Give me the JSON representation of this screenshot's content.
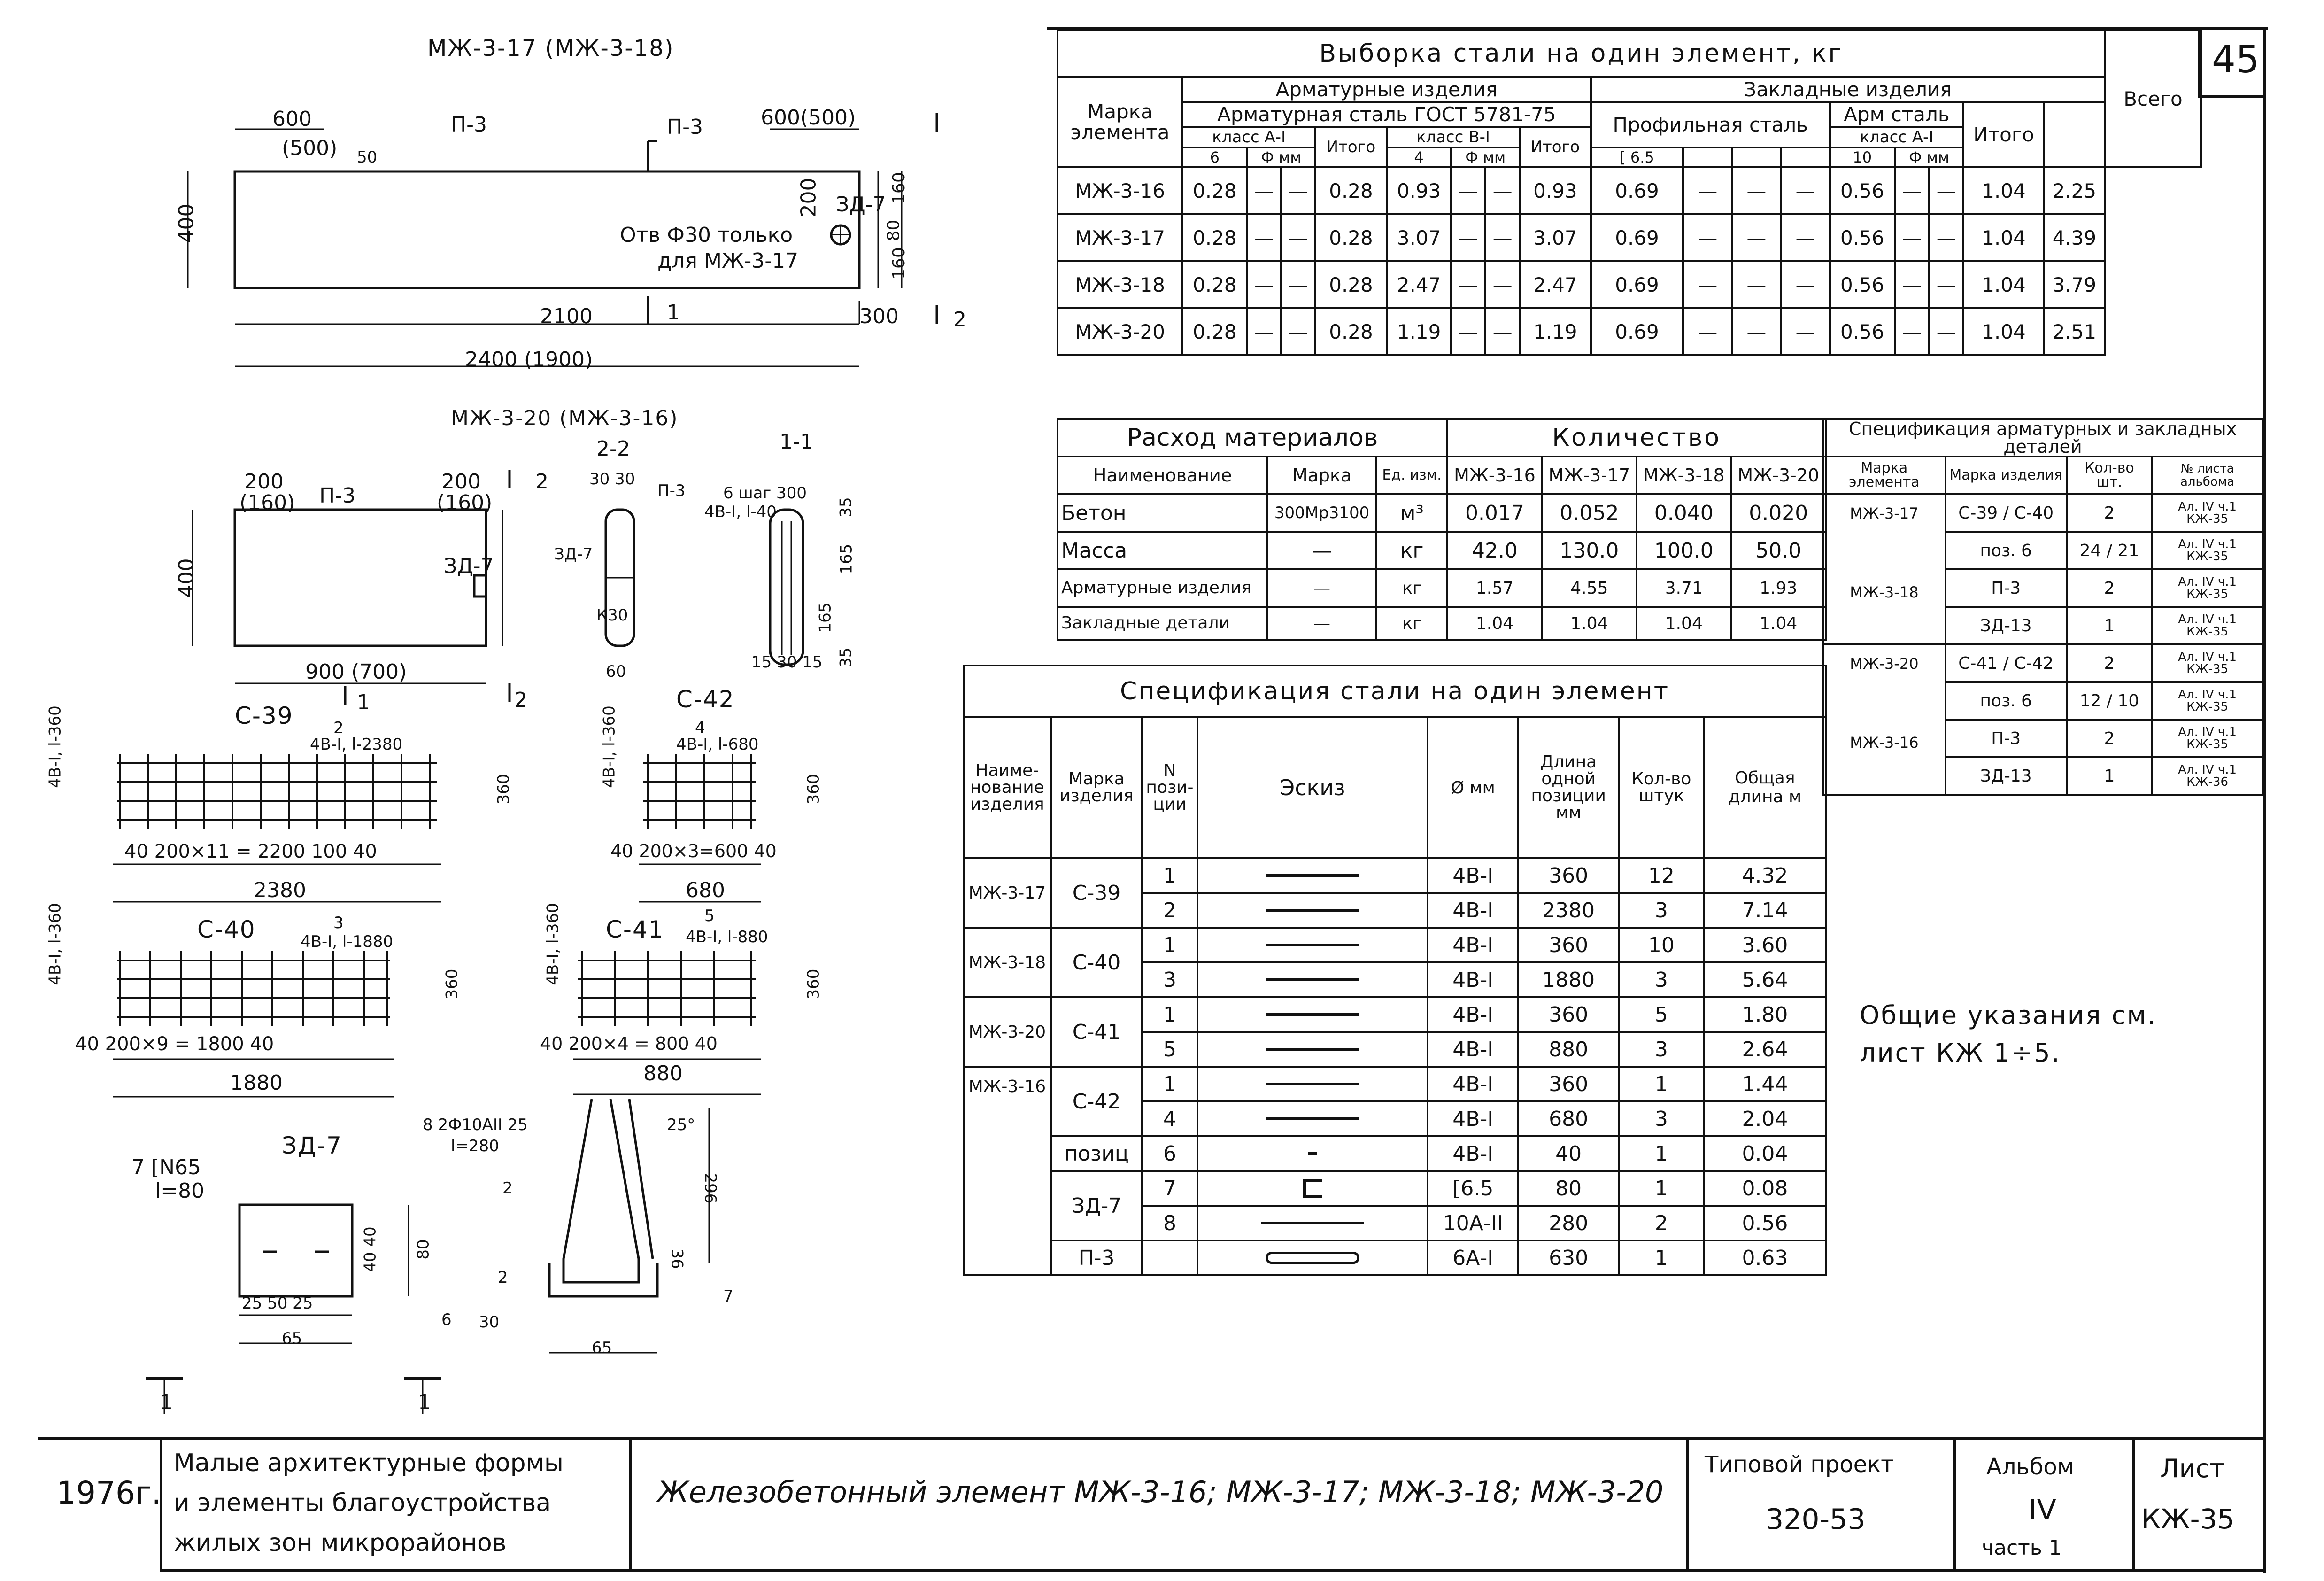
{
  "page_number": "45",
  "drawings": {
    "top_title": "МЖ-3-17 (МЖ-3-18)",
    "mid_title": "МЖ-3-20 (МЖ-3-16)",
    "sec22": "2-2",
    "sec11": "1-1",
    "c39": "С-39",
    "c42": "С-42",
    "c40": "С-40",
    "c41": "С-41",
    "zd7": "ЗД-7",
    "d600l": "600",
    "d500l": "(500)",
    "d600r": "600(500)",
    "p3a": "П-3",
    "p3b": "П-3",
    "d50": "50",
    "d400a": "400",
    "d200": "200",
    "zd7a": "ЗД-7",
    "hole_note1": "Отв Ф30 только",
    "hole_note2": "для МЖ-3-17",
    "d160a": "160",
    "d80a": "80",
    "d160b": "160",
    "d2100": "2100",
    "d300": "300",
    "d2400": "2400 (1900)",
    "cut1": "1",
    "cut2": "2",
    "m_d200l": "200",
    "m_d160l": "(160)",
    "m_p3": "П-3",
    "m_d200r": "200",
    "m_d160r": "(160)",
    "m_d400": "400",
    "m_zd7": "ЗД-7",
    "m_d900": "900 (700)",
    "s22_3030": "30 30",
    "s22_p3": "П-3",
    "s22_zd7": "ЗД-7",
    "s22_k30": "К30",
    "s22_60": "60",
    "s11_top": "6 шаг 300",
    "s11_note": "4В-I, l-40",
    "s11_35a": "35",
    "s11_165a": "165",
    "s11_165b": "165",
    "s11_35b": "35",
    "s11_bottom": "15 30 15",
    "c39_note": "4В-I, l-2380",
    "c39_side": "4В-I, l-360",
    "c39_pos2": "2",
    "c39_dims": "40   200×11 = 2200   100 40",
    "c39_total": "2380",
    "c39_360": "360",
    "c42_note": "4В-I, l-680",
    "c42_side": "4В-I, l-360",
    "c42_pos4": "4",
    "c42_dims": "40  200×3=600 40",
    "c42_total": "680",
    "c42_360": "360",
    "c40_note": "4В-I, l-1880",
    "c40_side": "4В-I, l-360",
    "c40_pos3": "3",
    "c40_dims": "40   200×9 = 1800   40",
    "c40_total": "1880",
    "c40_360": "360",
    "c41_note": "4В-I, l-880",
    "c41_side": "4В-I, l-360",
    "c41_pos5": "5",
    "c41_dims": "40 200×4 = 800 40",
    "c41_total": "880",
    "c41_360": "360",
    "zd7_l1": "7 [N65",
    "zd7_l2": "l=80",
    "zd7_d1": "40 40",
    "zd7_d2": "80",
    "zd7_bot": "25  50  25",
    "zd7_65": "65",
    "p8_l1": "8   2Ф10АII 25",
    "p8_l2": "l=280",
    "p8_25": "25°",
    "p8_296": "296",
    "p8_36": "36",
    "p8_6": "6",
    "p8_30": "30",
    "p8_65": "65",
    "p8_7": "7",
    "p8_2a": "2",
    "p8_2b": "2"
  },
  "steel_table": {
    "title": "Выборка стали на один элемент, кг",
    "col_mark": "Марка элемента",
    "arm_group": "Арматурные изделия",
    "arm_sub": "Арматурная сталь ГОСТ 5781-75",
    "class_a": "класс А-I",
    "class_b": "класс В-I",
    "phi_mm": "Ф мм",
    "itogo": "Итого",
    "emb_group": "Закладные изделия",
    "profile": "Профильная сталь",
    "arm_steel": "Арм сталь",
    "class_a2": "класс А-I",
    "c65": "[ 6.5",
    "sub6": "6",
    "sub4": "4",
    "sub10": "10",
    "total": "Всего",
    "rows": [
      {
        "mark": "МЖ-3-16",
        "a6": "0.28",
        "d1": "—",
        "d2": "—",
        "ai": "0.28",
        "b4": "0.93",
        "d3": "—",
        "d4": "—",
        "bi": "0.93",
        "p": "0.69",
        "d5": "—",
        "d6": "—",
        "d7": "—",
        "r": "0.56",
        "d8": "—",
        "d9": "—",
        "it": "1.04",
        "tot": "2.25"
      },
      {
        "mark": "МЖ-3-17",
        "a6": "0.28",
        "d1": "—",
        "d2": "—",
        "ai": "0.28",
        "b4": "3.07",
        "d3": "—",
        "d4": "—",
        "bi": "3.07",
        "p": "0.69",
        "d5": "—",
        "d6": "—",
        "d7": "—",
        "r": "0.56",
        "d8": "—",
        "d9": "—",
        "it": "1.04",
        "tot": "4.39"
      },
      {
        "mark": "МЖ-3-18",
        "a6": "0.28",
        "d1": "—",
        "d2": "—",
        "ai": "0.28",
        "b4": "2.47",
        "d3": "—",
        "d4": "—",
        "bi": "2.47",
        "p": "0.69",
        "d5": "—",
        "d6": "—",
        "d7": "—",
        "r": "0.56",
        "d8": "—",
        "d9": "—",
        "it": "1.04",
        "tot": "3.79"
      },
      {
        "mark": "МЖ-3-20",
        "a6": "0.28",
        "d1": "—",
        "d2": "—",
        "ai": "0.28",
        "b4": "1.19",
        "d3": "—",
        "d4": "—",
        "bi": "1.19",
        "p": "0.69",
        "d5": "—",
        "d6": "—",
        "d7": "—",
        "r": "0.56",
        "d8": "—",
        "d9": "—",
        "it": "1.04",
        "tot": "2.51"
      }
    ]
  },
  "materials_table": {
    "title": "Расход материалов",
    "qty": "Количество",
    "h_name": "Наименование",
    "h_mark": "Марка",
    "h_unit": "Ед. изм.",
    "h1": "МЖ-3-16",
    "h2": "МЖ-3-17",
    "h3": "МЖ-3-18",
    "h4": "МЖ-3-20",
    "r1": {
      "name": "Бетон",
      "mark": "300Мр3100",
      "unit": "м³",
      "v1": "0.017",
      "v2": "0.052",
      "v3": "0.040",
      "v4": "0.020"
    },
    "r2": {
      "name": "Масса",
      "mark": "—",
      "unit": "кг",
      "v1": "42.0",
      "v2": "130.0",
      "v3": "100.0",
      "v4": "50.0"
    },
    "r3": {
      "name": "Арматурные изделия",
      "mark": "—",
      "unit": "кг",
      "v1": "1.57",
      "v2": "4.55",
      "v3": "3.71",
      "v4": "1.93"
    },
    "r4": {
      "name": "Закладные детали",
      "mark": "—",
      "unit": "кг",
      "v1": "1.04",
      "v2": "1.04",
      "v3": "1.04",
      "v4": "1.04"
    }
  },
  "spec_details": {
    "title": "Спецификация арматурных и закладных деталей",
    "h1": "Марка элемента",
    "h2": "Марка изделия",
    "h3": "Кол-во шт.",
    "h4": "№ листа альбома",
    "el1": "МЖ-3-17",
    "el2": "МЖ-3-18",
    "el3": "МЖ-3-20",
    "el4": "МЖ-3-16",
    "rows": [
      {
        "mark": "С-39 / С-40",
        "qty": "2",
        "ref": "Ал. IV ч.1 КЖ-35"
      },
      {
        "mark": "поз. 6",
        "qty": "24 / 21",
        "ref": "Ал. IV ч.1 КЖ-35"
      },
      {
        "mark": "П-3",
        "qty": "2",
        "ref": "Ал. IV ч.1 КЖ-35"
      },
      {
        "mark": "ЗД-13",
        "qty": "1",
        "ref": "Ал. IV ч.1 КЖ-35"
      },
      {
        "mark": "С-41 / С-42",
        "qty": "2",
        "ref": "Ал. IV ч.1 КЖ-35"
      },
      {
        "mark": "поз. 6",
        "qty": "12 / 10",
        "ref": "Ал. IV ч.1 КЖ-35"
      },
      {
        "mark": "П-3",
        "qty": "2",
        "ref": "Ал. IV ч.1 КЖ-35"
      },
      {
        "mark": "ЗД-13",
        "qty": "1",
        "ref": "Ал. IV ч.1 КЖ-36"
      }
    ]
  },
  "spec_steel": {
    "title": "Спецификация стали на один элемент",
    "h_name": "Наиме-нование изделия",
    "h_mark": "Марка изделия",
    "h_pos": "N пози-ции",
    "h_sketch": "Эскиз",
    "h_phi": "Ø мм",
    "h_len": "Длина одной позиции мм",
    "h_qty": "Кол-во штук",
    "h_total": "Общая длина м",
    "rows": [
      {
        "name": "МЖ-3-17",
        "mark": "С-39",
        "pos": "1",
        "phi": "4В-I",
        "len": "360",
        "qty": "12",
        "tot": "4.32"
      },
      {
        "name": "",
        "mark": "",
        "pos": "2",
        "phi": "4В-I",
        "len": "2380",
        "qty": "3",
        "tot": "7.14"
      },
      {
        "name": "МЖ-3-18",
        "mark": "С-40",
        "pos": "1",
        "phi": "4В-I",
        "len": "360",
        "qty": "10",
        "tot": "3.60"
      },
      {
        "name": "",
        "mark": "",
        "pos": "3",
        "phi": "4В-I",
        "len": "1880",
        "qty": "3",
        "tot": "5.64"
      },
      {
        "name": "МЖ-3-20",
        "mark": "С-41",
        "pos": "1",
        "phi": "4В-I",
        "len": "360",
        "qty": "5",
        "tot": "1.80"
      },
      {
        "name": "",
        "mark": "",
        "pos": "5",
        "phi": "4В-I",
        "len": "880",
        "qty": "3",
        "tot": "2.64"
      },
      {
        "name": "МЖ-3-16",
        "mark": "С-42",
        "pos": "1",
        "phi": "4В-I",
        "len": "360",
        "qty": "1",
        "tot": "1.44"
      },
      {
        "name": "",
        "mark": "",
        "pos": "4",
        "phi": "4В-I",
        "len": "680",
        "qty": "3",
        "tot": "2.04"
      },
      {
        "name": "",
        "mark": "позиц",
        "pos": "6",
        "phi": "4В-I",
        "len": "40",
        "qty": "1",
        "tot": "0.04"
      },
      {
        "name": "",
        "mark": "ЗД-7",
        "pos": "7",
        "phi": "[6.5",
        "len": "80",
        "qty": "1",
        "tot": "0.08"
      },
      {
        "name": "",
        "mark": "",
        "pos": "8",
        "phi": "10А-II",
        "len": "280",
        "qty": "2",
        "tot": "0.56"
      },
      {
        "name": "",
        "mark": "П-3",
        "pos": "",
        "phi": "6А-I",
        "len": "630",
        "qty": "1",
        "tot": "0.63"
      }
    ]
  },
  "note": {
    "line1": "Общие указания см.",
    "line2": "лист КЖ 1÷5."
  },
  "stamp": {
    "year": "1976г.",
    "org_l1": "Малые архитектурные формы",
    "org_l2": "и элементы благоустройства",
    "org_l3": "жилых зон микрорайонов",
    "title": "Железобетонный элемент МЖ-3-16; МЖ-3-17; МЖ-3-18; МЖ-3-20",
    "proj_label": "Типовой проект",
    "proj_num": "320-53",
    "album_label": "Альбом",
    "album_num": "IV",
    "album_part": "часть 1",
    "sheet_label": "Лист",
    "sheet_num": "КЖ-35"
  }
}
